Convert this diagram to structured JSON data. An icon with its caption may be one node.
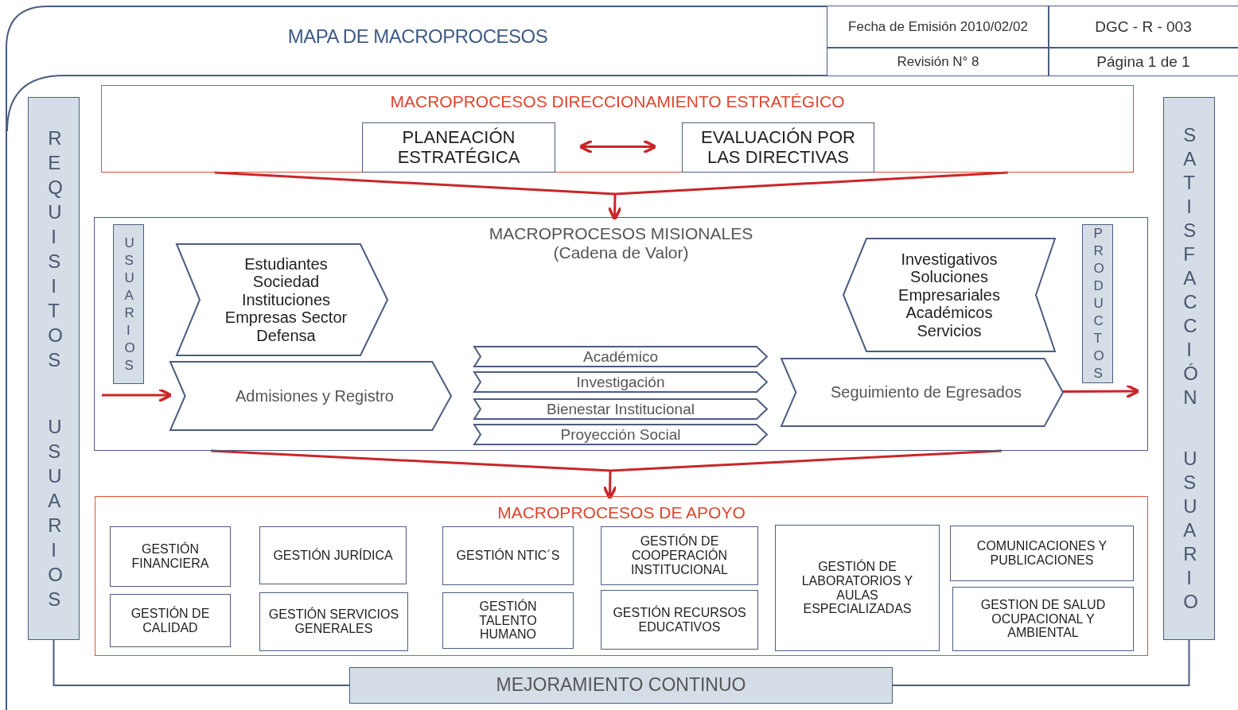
{
  "diagram": {
    "title": "MAPA DE MACROPROCESOS",
    "nodes": [
      {
        "text": [
          "REQUISITOS",
          "USUARIOS"
        ]
      },
      {
        "text": [
          "SATISFACCIÓN",
          "USUARIO"
        ]
      },
      {
        "text": [
          "MACROPROCESOS DIRECCIONAMIENTO ESTRATÉGICO"
        ]
      },
      {
        "text": [
          "PLANEACIÓN ESTRATÉGICA"
        ],
        "in": 2
      },
      {
        "text": [
          "EVALUACIÓN POR LAS DIRECTIVAS"
        ],
        "in": 2
      },
      {
        "text": [
          "MACROPROCESOS MISIONALES",
          "(Cadena de Valor)"
        ]
      },
      {
        "text": [
          "USUARIOS"
        ],
        "in": 5
      },
      {
        "text": [
          "Estudiantes Sociedad Instituciones Empresas Sector Defensa"
        ],
        "in": 5
      },
      {
        "text": [
          "Admisiones y Registro"
        ],
        "in": 5
      },
      {
        "text": [
          "Académico"
        ],
        "in": 5
      },
      {
        "text": [
          "Investigación"
        ],
        "in": 5
      },
      {
        "text": [
          "Bienestar Institucional"
        ],
        "in": 5
      },
      {
        "text": [
          "Proyección Social"
        ],
        "in": 5
      },
      {
        "text": [
          "Investigativos Soluciones Empresariales Académicos Servicios"
        ],
        "in": 5
      },
      {
        "text": [
          "Seguimiento de Egresados"
        ],
        "in": 5
      },
      {
        "text": [
          "PRODUCTOS"
        ],
        "in": 5
      },
      {
        "text": [
          "MACROPROCESOS DE APOYO"
        ]
      },
      {
        "text": [
          "GESTIÓN FINANCIERA"
        ],
        "in": 16
      },
      {
        "text": [
          "GESTIÓN DE CALIDAD"
        ],
        "in": 16
      },
      {
        "text": [
          "GESTIÓN JURÍDICA"
        ],
        "in": 16
      },
      {
        "text": [
          "GESTIÓN SERVICIOS GENERALES"
        ],
        "in": 16
      },
      {
        "text": [
          "GESTIÓN NTIC´S"
        ],
        "in": 16
      },
      {
        "text": [
          "GESTIÓN TALENTO HUMANO"
        ],
        "in": 16
      },
      {
        "text": [
          "GESTIÓN DE COOPERACIÓN INSTITUCIONAL"
        ],
        "in": 16
      },
      {
        "text": [
          "GESTIÓN RECURSOS EDUCATIVOS"
        ],
        "in": 16
      },
      {
        "text": [
          "GESTIÓN DE LABORATORIOS Y AULAS ESPECIALIZADAS"
        ],
        "in": 16
      },
      {
        "text": [
          "COMUNICACIONES Y PUBLICACIONES"
        ],
        "in": 16
      },
      {
        "text": [
          "GESTION DE SALUD OCUPACIONAL Y AMBIENTAL"
        ],
        "in": 16
      },
      {
        "text": [
          "MEJORAMIENTO CONTINUO"
        ]
      }
    ],
    "edges": [
      {
        "from": 3,
        "to": 4,
        "arrow": "both"
      },
      {
        "from": 2,
        "to": 5,
        "arrow": "to"
      },
      {
        "from": 5,
        "to": 16,
        "arrow": "to"
      },
      {
        "from": null,
        "to": 8,
        "arrow": "to"
      },
      {
        "from": 14,
        "to": null,
        "arrow": "to"
      },
      {
        "from": 0,
        "to": 28,
        "arrow": "none",
        "color": "#4b5d80"
      },
      {
        "from": 1,
        "to": 28,
        "arrow": "none",
        "color": "#4b5d80"
      }
    ],
    "labels": [
      "Fecha de Emisión 2010/02/02",
      "DGC - R - 003",
      "Revisión N° 8",
      "Página 1 de 1"
    ]
  }
}
